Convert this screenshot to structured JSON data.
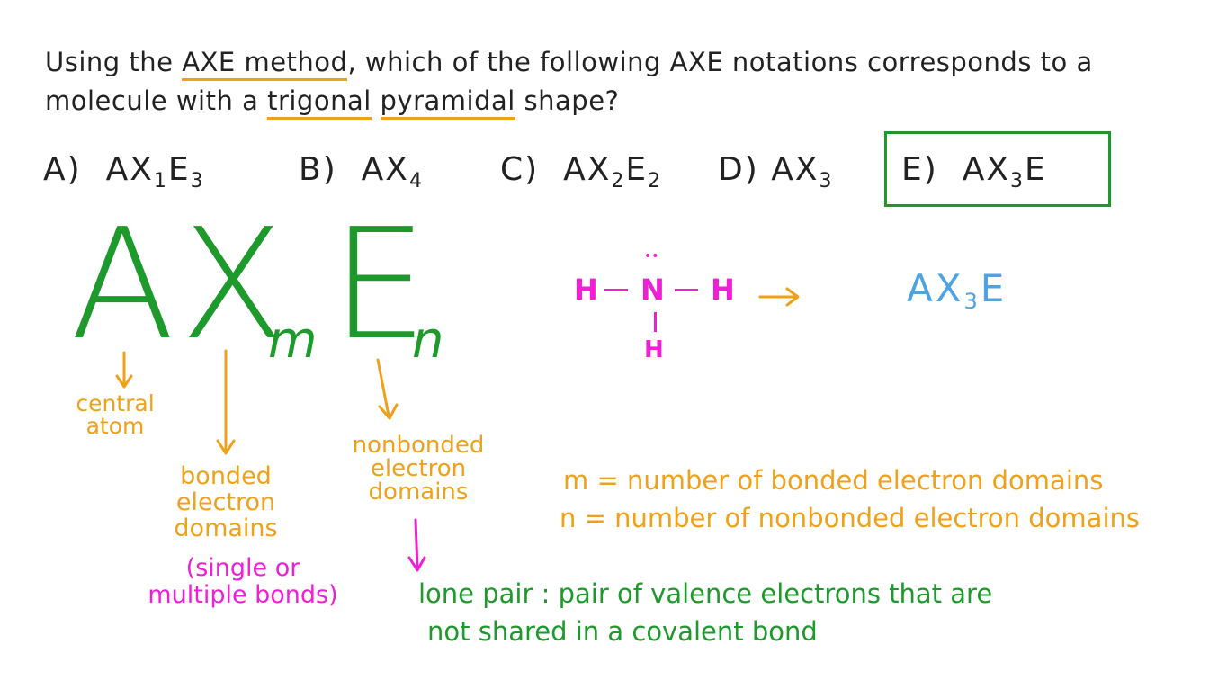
{
  "question": {
    "part1": "Using the ",
    "axe_method": "AXE method",
    "part2": ", which of the following AXE notations corresponds to a",
    "part3": "molecule with a ",
    "trigonal": "trigonal",
    "part4": " ",
    "pyramidal": "pyramidal",
    "part5": " shape?"
  },
  "options": [
    {
      "letter": "A)",
      "base": "AX",
      "n1": "1",
      "e": "E",
      "n2": "3"
    },
    {
      "letter": "B)",
      "base": "AX",
      "n1": "4"
    },
    {
      "letter": "C)",
      "base": "AX",
      "n1": "2",
      "e": "E",
      "n2": "2"
    },
    {
      "letter": "D)",
      "base": "AX",
      "n1": "3"
    },
    {
      "letter": "E)",
      "base": "AX",
      "n1": "3",
      "e": "E",
      "selected": true
    }
  ],
  "notation": {
    "a": "A",
    "x": "X",
    "m": "m",
    "e": "E",
    "n": "n"
  },
  "labels": {
    "central_1": "central",
    "central_2": "atom",
    "bonded_1": "bonded",
    "bonded_2": "electron",
    "bonded_3": "domains",
    "single_1": "(single or",
    "single_2": "multiple bonds)",
    "nonbonded_1": "nonbonded",
    "nonbonded_2": "electron",
    "nonbonded_3": "domains"
  },
  "definitions": {
    "m_def": "m = number of bonded electron domains",
    "n_def": "n = number of nonbonded electron domains",
    "lone_1": "lone pair : pair of valence electrons that are",
    "lone_2": "not shared in a covalent bond"
  },
  "structure": {
    "h_left": "H",
    "n": "N",
    "h_right": "H",
    "h_bottom": "H",
    "lone_pair": "••",
    "result": "AX",
    "result_n": "3",
    "result_e": "E"
  },
  "colors": {
    "green": "#1e9a2c",
    "orange": "#f0a11a",
    "magenta": "#ee1fd6",
    "blue": "#4ea3e0",
    "black": "#222222"
  }
}
